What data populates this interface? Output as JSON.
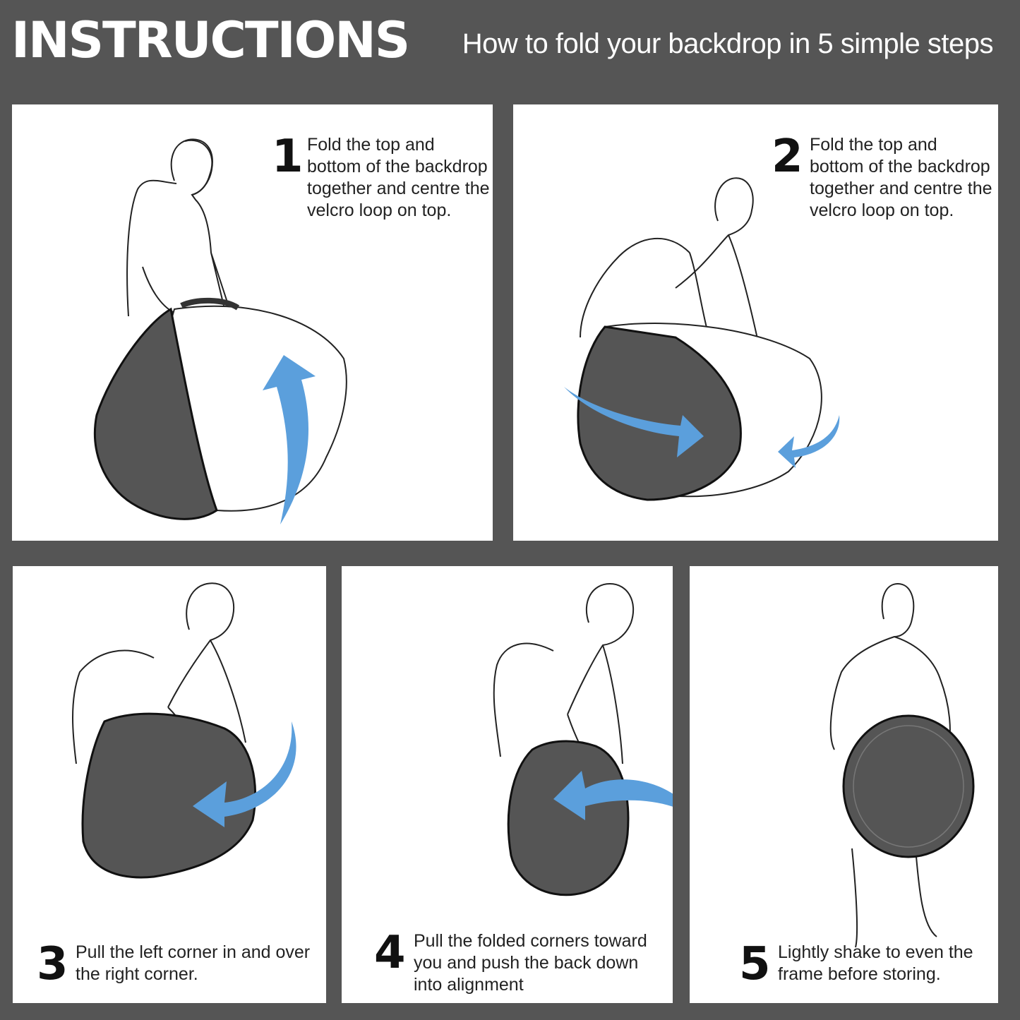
{
  "header": {
    "title": "INSTRUCTIONS",
    "subtitle": "How to fold your backdrop in 5 simple steps"
  },
  "colors": {
    "background": "#555555",
    "panel": "#ffffff",
    "fabric": "#555555",
    "arrow": "#5b9fdc"
  },
  "steps": [
    {
      "number": "1",
      "lines": [
        "Fold the top and",
        "bottom of the backdrop",
        "together and centre the",
        "velcro loop on top."
      ]
    },
    {
      "number": "2",
      "lines": [
        "Fold the top and",
        "bottom of the backdrop",
        "together and centre the",
        "velcro loop on top."
      ]
    },
    {
      "number": "3",
      "lines": [
        "Pull the left corner in and over",
        "the right corner."
      ]
    },
    {
      "number": "4",
      "lines": [
        "Pull the folded corners toward",
        "you and push the back down",
        "into alignment"
      ]
    },
    {
      "number": "5",
      "lines": [
        "Lightly shake to even the",
        "frame before storing."
      ]
    }
  ]
}
